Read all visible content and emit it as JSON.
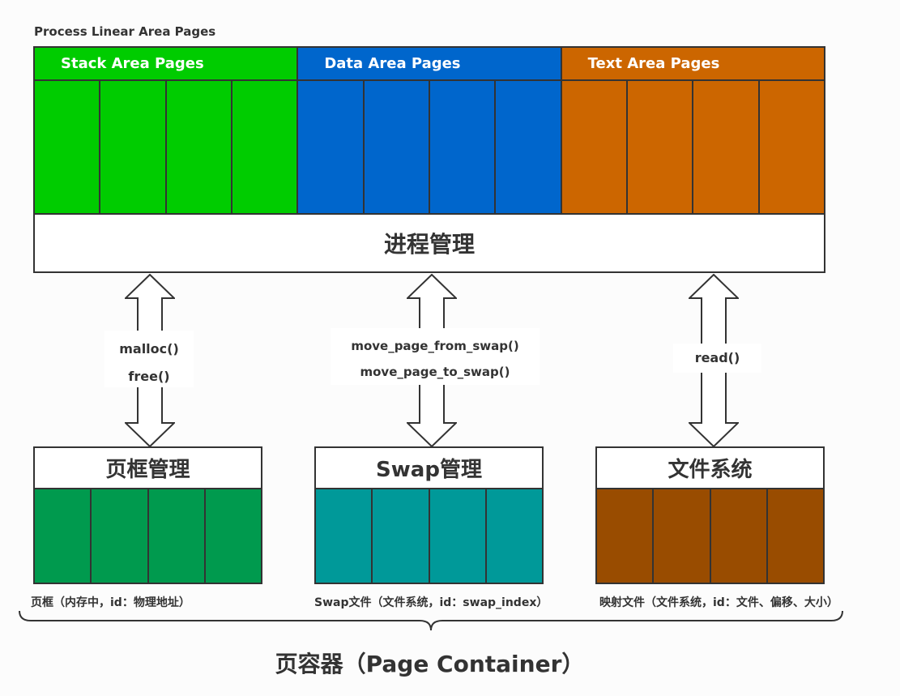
{
  "top_title": "Process Linear Area Pages",
  "regions": [
    {
      "label": "Stack Area Pages",
      "color": "#00cc00"
    },
    {
      "label": "Data Area Pages",
      "color": "#0066cc"
    },
    {
      "label": "Text Area Pages",
      "color": "#cc6600"
    }
  ],
  "process_management": "进程管理",
  "arrows": {
    "left": {
      "line1": "malloc()",
      "line2": "free()"
    },
    "middle": {
      "line1": "move_page_from_swap()",
      "line2": "move_page_to_swap()"
    },
    "right": {
      "line1": "read()"
    }
  },
  "modules": [
    {
      "label": "页框管理",
      "color": "#009a4e",
      "desc": "页框（内存中，id：物理地址）"
    },
    {
      "label": "Swap管理",
      "color": "#009999",
      "desc": "Swap文件（文件系统，id：swap_index）"
    },
    {
      "label": "文件系统",
      "color": "#994c00",
      "desc": "映射文件（文件系统，id：文件、偏移、大小）"
    }
  ],
  "container_title": "页容器（Page Container）"
}
